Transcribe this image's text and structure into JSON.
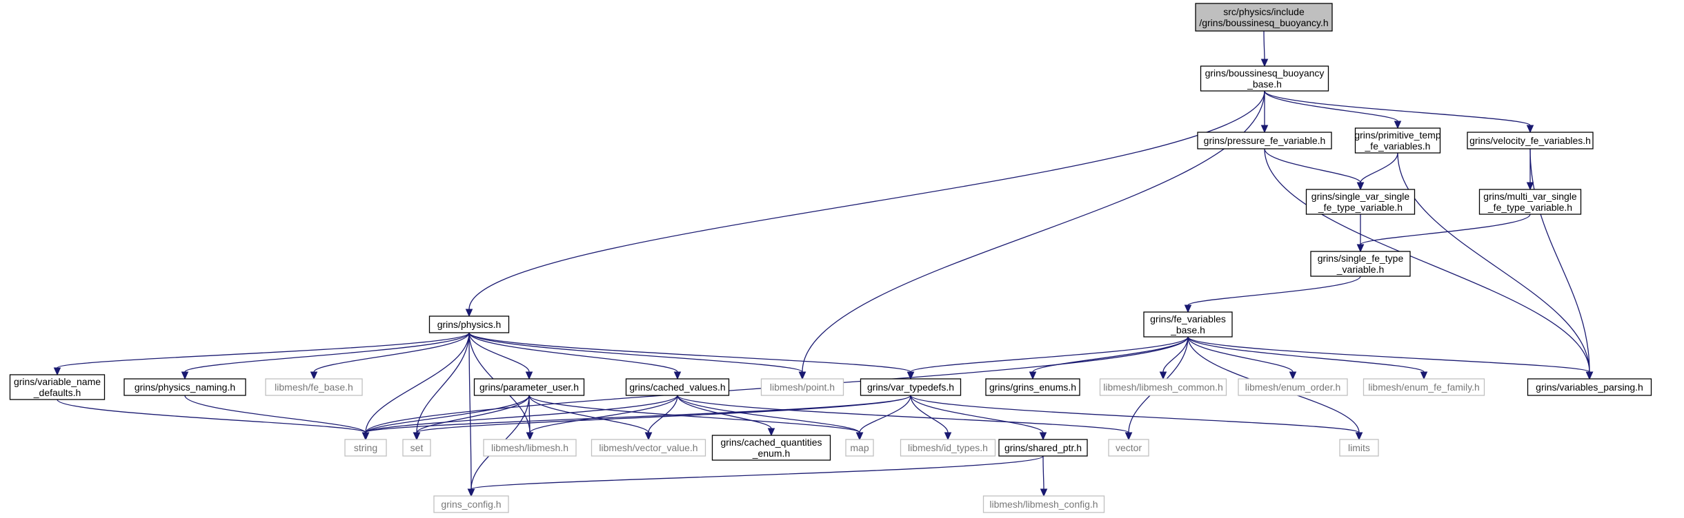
{
  "colors": {
    "edge": "#191970",
    "root_fill": "#bfbfbf",
    "root_stroke": "#000000",
    "header_stroke": "#000000",
    "external_stroke": "#bfbfbf",
    "text": "#000000",
    "external_text": "#777777"
  },
  "nodes": [
    {
      "id": "n0",
      "label": [
        "src/physics/include",
        "/grins/boussinesq_buoyancy.h"
      ],
      "kind": "root"
    },
    {
      "id": "n1",
      "label": [
        "grins/boussinesq_buoyancy",
        "_base.h"
      ],
      "kind": "header"
    },
    {
      "id": "n2",
      "label": [
        "grins/pressure_fe_variable.h"
      ],
      "kind": "header"
    },
    {
      "id": "n3",
      "label": [
        "grins/primitive_temp",
        "_fe_variables.h"
      ],
      "kind": "header"
    },
    {
      "id": "n4",
      "label": [
        "grins/velocity_fe_variables.h"
      ],
      "kind": "header"
    },
    {
      "id": "n5",
      "label": [
        "grins/single_var_single",
        "_fe_type_variable.h"
      ],
      "kind": "header"
    },
    {
      "id": "n6",
      "label": [
        "grins/multi_var_single",
        "_fe_type_variable.h"
      ],
      "kind": "header"
    },
    {
      "id": "n7",
      "label": [
        "grins/single_fe_type",
        "_variable.h"
      ],
      "kind": "header"
    },
    {
      "id": "n8",
      "label": [
        "grins/physics.h"
      ],
      "kind": "header"
    },
    {
      "id": "n9",
      "label": [
        "grins/fe_variables",
        "_base.h"
      ],
      "kind": "header"
    },
    {
      "id": "n10",
      "label": [
        "grins/variable_name",
        "_defaults.h"
      ],
      "kind": "header"
    },
    {
      "id": "n11",
      "label": [
        "grins/physics_naming.h"
      ],
      "kind": "header"
    },
    {
      "id": "n12",
      "label": [
        "libmesh/fe_base.h"
      ],
      "kind": "external"
    },
    {
      "id": "n13",
      "label": [
        "grins/parameter_user.h"
      ],
      "kind": "header"
    },
    {
      "id": "n14",
      "label": [
        "grins/cached_values.h"
      ],
      "kind": "header"
    },
    {
      "id": "n15",
      "label": [
        "libmesh/point.h"
      ],
      "kind": "external"
    },
    {
      "id": "n16",
      "label": [
        "grins/var_typedefs.h"
      ],
      "kind": "header"
    },
    {
      "id": "n17",
      "label": [
        "grins/grins_enums.h"
      ],
      "kind": "header"
    },
    {
      "id": "n18",
      "label": [
        "libmesh/libmesh_common.h"
      ],
      "kind": "external"
    },
    {
      "id": "n19",
      "label": [
        "libmesh/enum_order.h"
      ],
      "kind": "external"
    },
    {
      "id": "n20",
      "label": [
        "libmesh/enum_fe_family.h"
      ],
      "kind": "external"
    },
    {
      "id": "n21",
      "label": [
        "grins/variables_parsing.h"
      ],
      "kind": "header"
    },
    {
      "id": "n22",
      "label": [
        "string"
      ],
      "kind": "external"
    },
    {
      "id": "n23",
      "label": [
        "set"
      ],
      "kind": "external"
    },
    {
      "id": "n24",
      "label": [
        "libmesh/libmesh.h"
      ],
      "kind": "external"
    },
    {
      "id": "n25",
      "label": [
        "libmesh/vector_value.h"
      ],
      "kind": "external"
    },
    {
      "id": "n26",
      "label": [
        "grins/cached_quantities",
        "_enum.h"
      ],
      "kind": "header"
    },
    {
      "id": "n27",
      "label": [
        "map"
      ],
      "kind": "external"
    },
    {
      "id": "n28",
      "label": [
        "libmesh/id_types.h"
      ],
      "kind": "external"
    },
    {
      "id": "n29",
      "label": [
        "grins/shared_ptr.h"
      ],
      "kind": "header"
    },
    {
      "id": "n30",
      "label": [
        "vector"
      ],
      "kind": "external"
    },
    {
      "id": "n31",
      "label": [
        "limits"
      ],
      "kind": "external"
    },
    {
      "id": "n32",
      "label": [
        "grins_config.h"
      ],
      "kind": "external"
    },
    {
      "id": "n33",
      "label": [
        "libmesh/libmesh_config.h"
      ],
      "kind": "external"
    }
  ],
  "edges": [
    [
      "n0",
      "n1"
    ],
    [
      "n1",
      "n2"
    ],
    [
      "n1",
      "n3"
    ],
    [
      "n1",
      "n4"
    ],
    [
      "n1",
      "n8"
    ],
    [
      "n1",
      "n15"
    ],
    [
      "n2",
      "n5"
    ],
    [
      "n2",
      "n21"
    ],
    [
      "n3",
      "n5"
    ],
    [
      "n3",
      "n21"
    ],
    [
      "n4",
      "n6"
    ],
    [
      "n4",
      "n21"
    ],
    [
      "n5",
      "n7"
    ],
    [
      "n6",
      "n7"
    ],
    [
      "n7",
      "n9"
    ],
    [
      "n9",
      "n22"
    ],
    [
      "n9",
      "n16"
    ],
    [
      "n9",
      "n17"
    ],
    [
      "n9",
      "n18"
    ],
    [
      "n9",
      "n19"
    ],
    [
      "n9",
      "n20"
    ],
    [
      "n9",
      "n21"
    ],
    [
      "n9",
      "n30"
    ],
    [
      "n9",
      "n31"
    ],
    [
      "n8",
      "n10"
    ],
    [
      "n8",
      "n11"
    ],
    [
      "n8",
      "n12"
    ],
    [
      "n8",
      "n13"
    ],
    [
      "n8",
      "n14"
    ],
    [
      "n8",
      "n15"
    ],
    [
      "n8",
      "n16"
    ],
    [
      "n8",
      "n22"
    ],
    [
      "n8",
      "n23"
    ],
    [
      "n8",
      "n24"
    ],
    [
      "n8",
      "n32"
    ],
    [
      "n10",
      "n22"
    ],
    [
      "n11",
      "n22"
    ],
    [
      "n13",
      "n22"
    ],
    [
      "n13",
      "n23"
    ],
    [
      "n13",
      "n24"
    ],
    [
      "n13",
      "n25"
    ],
    [
      "n13",
      "n27"
    ],
    [
      "n13",
      "n32"
    ],
    [
      "n14",
      "n22"
    ],
    [
      "n14",
      "n24"
    ],
    [
      "n14",
      "n25"
    ],
    [
      "n14",
      "n26"
    ],
    [
      "n14",
      "n27"
    ],
    [
      "n14",
      "n30"
    ],
    [
      "n16",
      "n22"
    ],
    [
      "n16",
      "n23"
    ],
    [
      "n16",
      "n27"
    ],
    [
      "n16",
      "n28"
    ],
    [
      "n16",
      "n29"
    ],
    [
      "n16",
      "n31"
    ],
    [
      "n29",
      "n32"
    ],
    [
      "n29",
      "n33"
    ]
  ]
}
